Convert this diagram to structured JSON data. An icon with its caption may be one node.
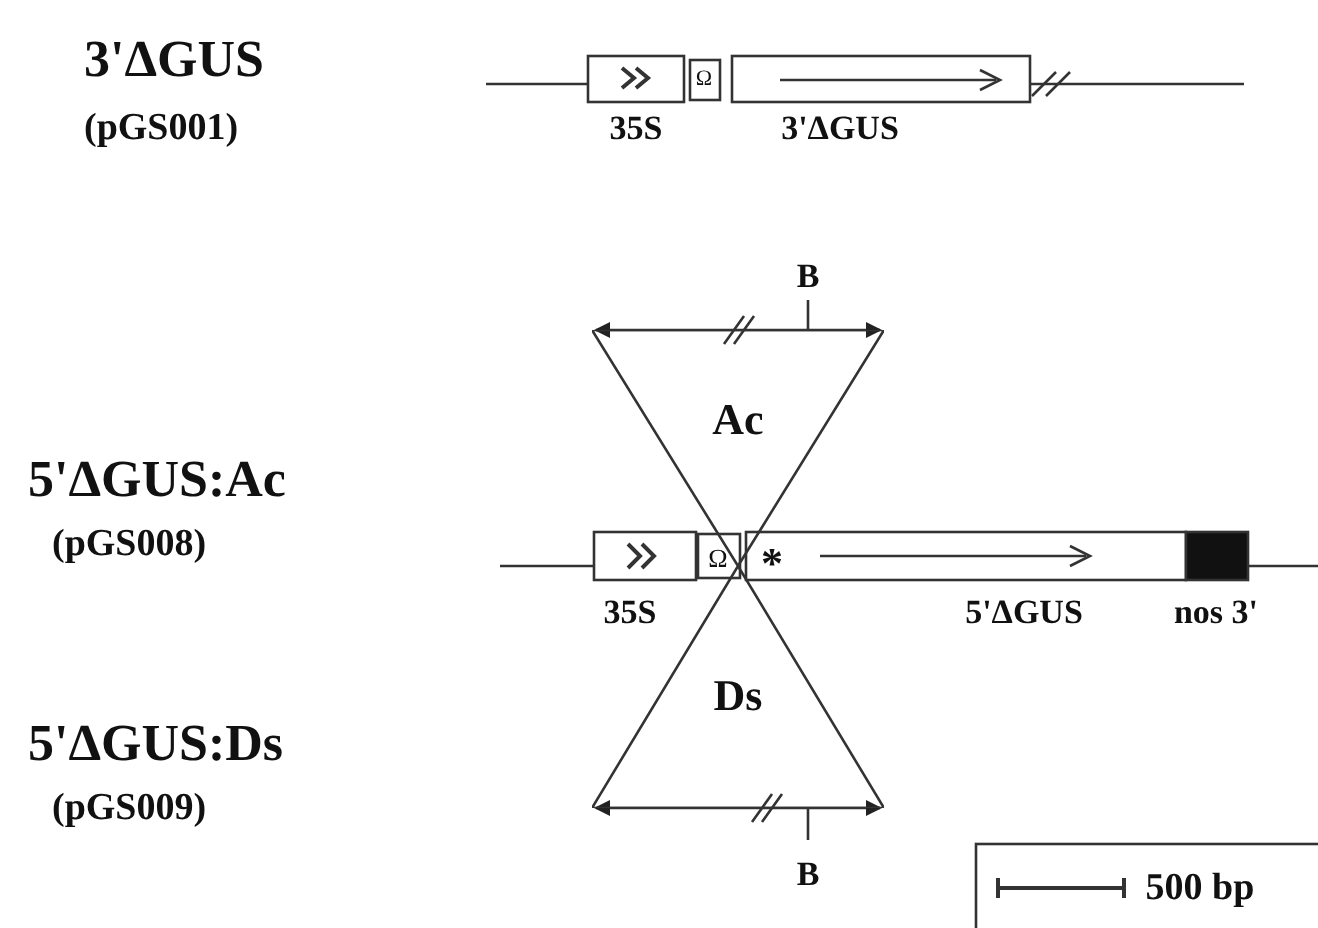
{
  "diagram": {
    "nodes": [
      {
        "text": [
          "Ac"
        ]
      },
      {
        "text": [
          "Ds"
        ]
      }
    ],
    "labels": [
      "3'ΔGUS",
      "(pGS001)",
      "35S",
      "Ω",
      "3'ΔGUS",
      "B",
      "5'ΔGUS:Ac",
      "(pGS008)",
      "Ω",
      "*",
      "35S",
      "5'ΔGUS",
      "nos 3'",
      "5'ΔGUS:Ds",
      "(pGS009)",
      "B",
      "500 bp"
    ]
  }
}
